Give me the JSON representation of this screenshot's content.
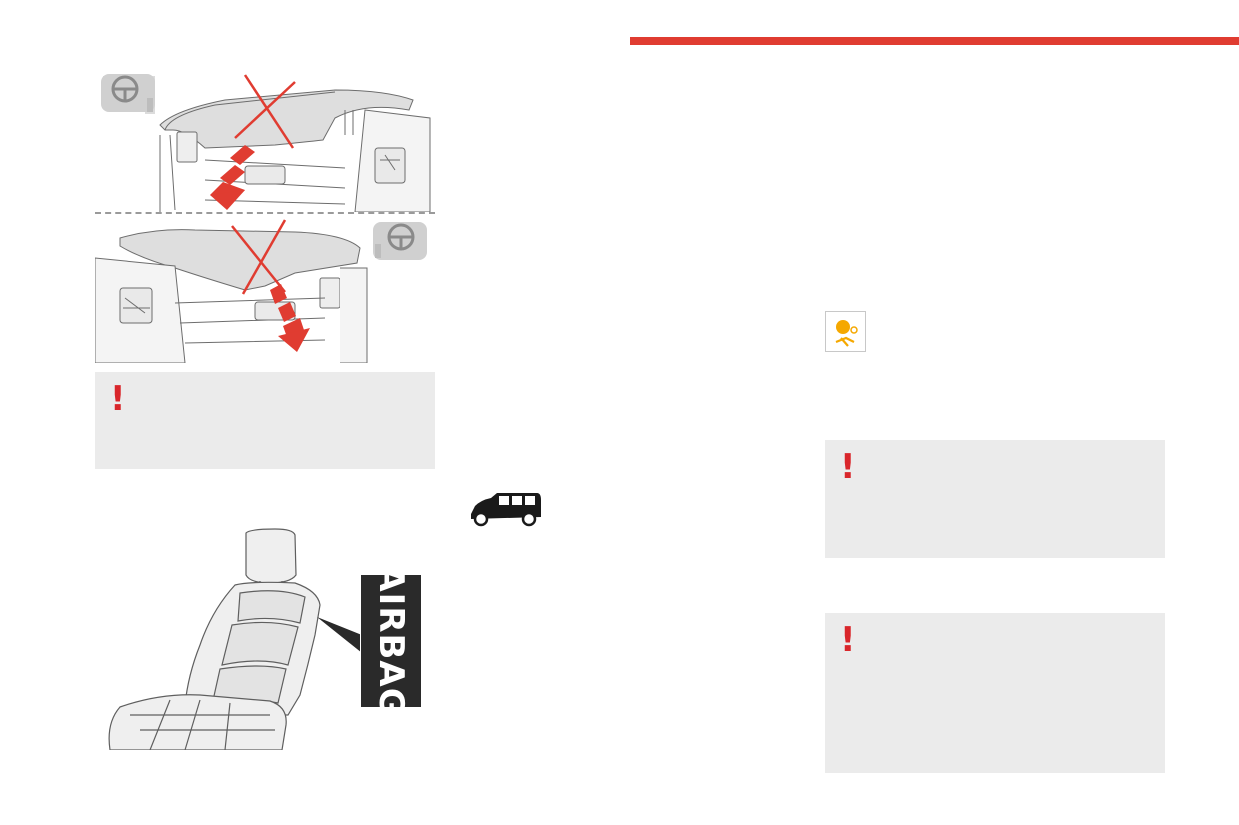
{
  "page": {
    "accent_color": "#e03c31",
    "warning_color": "#d9262b",
    "warning_box_color": "#ebebeb"
  },
  "illustrations": {
    "dashboard_lhd": {
      "name": "dashboard-left-hand-drive",
      "steering_icon": "steering-wheel-icon"
    },
    "dashboard_rhd": {
      "name": "dashboard-right-hand-drive",
      "steering_icon": "steering-wheel-icon"
    },
    "seat": {
      "name": "front-seat-side-airbag"
    },
    "vehicle": {
      "name": "passenger-van-icon"
    },
    "airbag_indicator": {
      "name": "passenger-airbag-indicator-icon",
      "color": "#f5a800"
    }
  },
  "seat_label": "AIRBAG",
  "warnings": [
    {
      "symbol": "!"
    },
    {
      "symbol": "!"
    },
    {
      "symbol": "!"
    }
  ]
}
